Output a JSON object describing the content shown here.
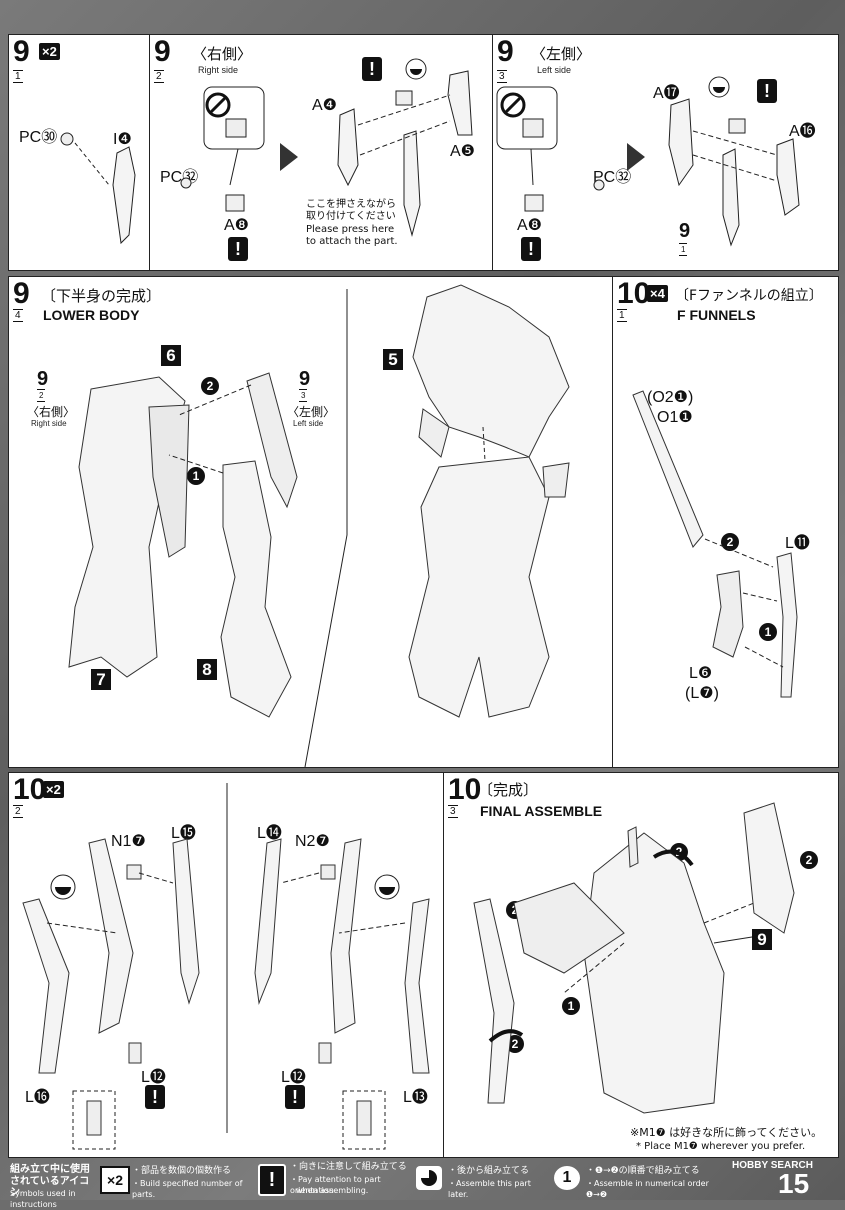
{
  "panels": {
    "p9_1": {
      "step": "9",
      "sub": "1",
      "qty": "×2",
      "label_pc": "PC㉚",
      "label_part": "I❹"
    },
    "p9_2": {
      "step": "9",
      "sub": "2",
      "title_jp": "〈右側〉",
      "title_en": "Right side",
      "label_pc": "PC㉜",
      "label_a8": "A❽",
      "label_a4": "A❹",
      "label_a5": "A❺",
      "note_jp_1": "ここを押さえながら",
      "note_jp_2": "取り付けてください",
      "note_en_1": "Please press here",
      "note_en_2": "to attach the part."
    },
    "p9_3": {
      "step": "9",
      "sub": "3",
      "title_jp": "〈左側〉",
      "title_en": "Left side",
      "label_pc": "PC㉜",
      "label_a8": "A❽",
      "label_a17": "A⓱",
      "label_a16": "A⓰",
      "ref_step": "9",
      "ref_sub": "1"
    },
    "p9_4": {
      "step": "9",
      "sub": "4",
      "title_jp": "〔下半身の完成〕",
      "title_en": "LOWER BODY",
      "ref_right_step": "9",
      "ref_right_sub": "2",
      "ref_right_jp": "〈右側〉",
      "ref_right_en": "Right side",
      "ref_left_step": "9",
      "ref_left_sub": "3",
      "ref_left_jp": "〈左側〉",
      "ref_left_en": "Left side",
      "box6": "6",
      "box7": "7",
      "box8": "8",
      "box5": "5",
      "c1": "1",
      "c2": "2"
    },
    "p10_1": {
      "step": "10",
      "sub": "1",
      "qty": "×4",
      "title_jp": "〔Fファンネルの組立〕",
      "title_en": "F FUNNELS",
      "opt1": "(O2❶)",
      "opt2": "O1❶",
      "label_l11": "L⓫",
      "label_l6": "L❻",
      "label_l7": "(L❼)",
      "c1": "1",
      "c2": "2"
    },
    "p10_2": {
      "step": "10",
      "sub": "2",
      "qty": "×2",
      "label_n17": "N1❼",
      "label_l15": "L⓯",
      "label_l14": "L⓮",
      "label_n27": "N2❼",
      "label_l16": "L⓰",
      "label_l12a": "L⓬",
      "label_l12b": "L⓬",
      "label_l13": "L⓭"
    },
    "p10_3": {
      "step": "10",
      "sub": "3",
      "title_jp": "〔完成〕",
      "title_en": "FINAL ASSEMBLE",
      "box9": "9",
      "c1a": "1",
      "c1b": "1",
      "c2a": "2",
      "c2b": "2",
      "c2c": "2",
      "c2d": "2",
      "note_jp": "※M1❼ は好きな所に飾ってください。",
      "note_en": "* Place M1❼ wherever you prefer."
    }
  },
  "legend": {
    "title_jp_1": "組み立て中に使用",
    "title_jp_2": "されているアイコン",
    "title_en": "Symbols used in instructions",
    "i1_icon": "×2",
    "i1_jp": "・部品を数個の個数作る",
    "i1_en": "・Build specified number of parts.",
    "i2_icon": "!",
    "i2_jp": "・向きに注意して組み立てる",
    "i2_en_1": "・Pay attention to part orientation",
    "i2_en_2": "when assembling.",
    "i3_jp": "・後から組み立てる",
    "i3_en": "・Assemble this part later.",
    "i4_icon": "1",
    "i4_jp": "・❶→❷の順番で組み立てる",
    "i4_en": "・Assemble in numerical order ❶→❷",
    "brand": "HOBBY SEARCH",
    "page_no": "15"
  },
  "colors": {
    "ink": "#111111",
    "paper": "#ffffff",
    "frame": "#6d6d6d"
  }
}
